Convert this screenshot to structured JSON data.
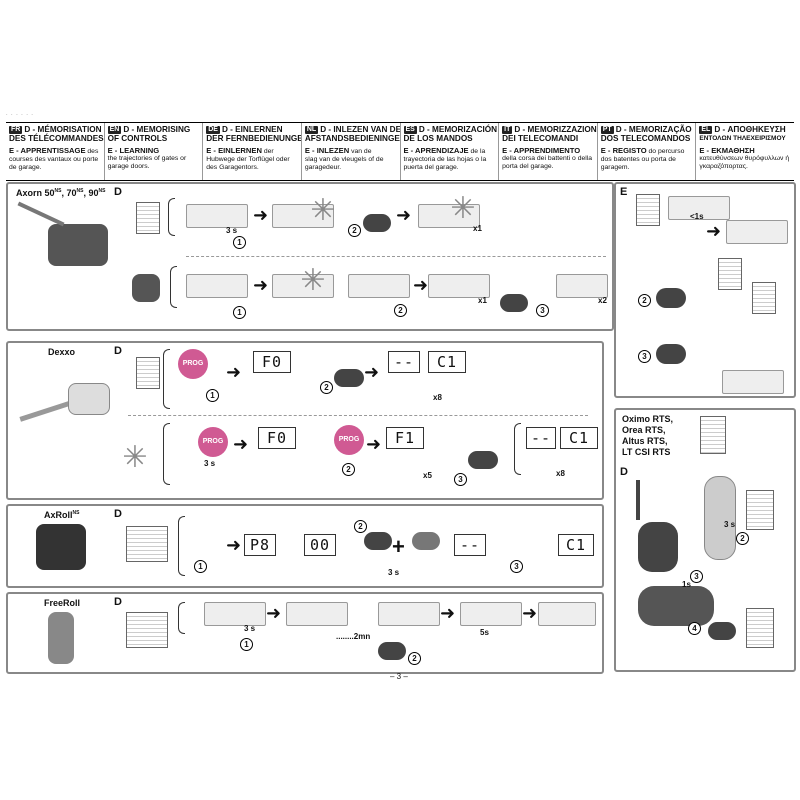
{
  "header": {
    "columns": [
      {
        "code": "FR",
        "title1": "D - MÉMORISATION",
        "title2": "DES TÉLÉCOMMANDES",
        "sub": "E - APPRENTISSAGE",
        "sub_rest": " des",
        "text": "courses des vantaux ou porte de garage."
      },
      {
        "code": "EN",
        "title1": "D - MEMORISING",
        "title2": "OF CONTROLS",
        "sub": "E - LEARNING",
        "sub_rest": "",
        "text": "the trajectories of gates or garage doors."
      },
      {
        "code": "DE",
        "title1": "D - EINLERNEN",
        "title2": "DER FERNBEDIENUNGEN",
        "sub": "E - EINLERNEN",
        "sub_rest": " der",
        "text": "Hubwege der Torflügel oder des Garagentors."
      },
      {
        "code": "NL",
        "title1": "D - INLEZEN VAN DE",
        "title2": "AFSTANDSBEDIENINGEN",
        "sub": "E - INLEZEN",
        "sub_rest": " van de",
        "text": "slag van de vleugels of de garagedeur."
      },
      {
        "code": "ES",
        "title1": "D - MEMORIZACIÓN",
        "title2": "DE LOS MANDOS",
        "sub": "E - APRENDIZAJE",
        "sub_rest": " de la",
        "text": "trayectoria de las hojas o la puerta del garage."
      },
      {
        "code": "IT",
        "title1": "D - MEMORIZZAZIONE",
        "title2": "DEI TELECOMANDI",
        "sub": "E - APPRENDIMENTO",
        "sub_rest": "",
        "text": "della corsa dei battenti o della porta del garage."
      },
      {
        "code": "PT",
        "title1": "D - MEMORIZAÇÃO",
        "title2": "DOS TELECOMANDOS",
        "sub": "E - REGISTO",
        "sub_rest": " do percurso",
        "text": "dos batentes ou porta de garagem."
      },
      {
        "code": "EL",
        "title1": "D - ΑΠΟΘΗΚΕΥΣΗ",
        "title2": "ΕΝΤΟΛΩΝ ΤΗΛΕΧΕΙΡΙΣΜΟΥ",
        "sub": "E - ΕΚΜΑΘΗΣΗ",
        "sub_rest": "",
        "text": "κατευθύνσεων θυρόφυλλων ή γκαραζόπορτας."
      }
    ]
  },
  "sections": {
    "axorn": {
      "title": "Axorn 50",
      "sup1": "NS",
      "t2": ", 70",
      "sup2": "NS",
      "t3": ", 90",
      "sup3": "NS",
      "d": "D",
      "e": "E",
      "time": "3 s",
      "x1": "x1",
      "x1b": "x1",
      "x2": "x2",
      "e_time": "<1s"
    },
    "dexxo": {
      "title": "Dexxo",
      "d": "D",
      "prog": "PROG",
      "lcd1": "F0",
      "lcd2": "--",
      "lcd3": "C1",
      "lcd4": "F0",
      "lcd5": "F1",
      "lcd6": "--",
      "lcd7": "C1",
      "time": "3 s",
      "x8a": "x8",
      "x5": "x5",
      "x8b": "x8"
    },
    "axroll": {
      "title": "AxRoll",
      "sup": "NS",
      "d": "D",
      "lcd1": "P8",
      "lcd2": "00",
      "lcd3": "--",
      "lcd4": "C1",
      "time": "3 s"
    },
    "freeroll": {
      "title": "FreeRoll",
      "d": "D",
      "time": "3 s",
      "time5": "5s",
      "wait": "........2mn"
    },
    "oximo": {
      "title_lines": [
        "Oximo RTS,",
        "Orea RTS,",
        "Altus RTS,",
        "LT CSI RTS"
      ],
      "d": "D",
      "time": "3 s",
      "time1": "1s"
    }
  },
  "page_number": "– 3 –"
}
